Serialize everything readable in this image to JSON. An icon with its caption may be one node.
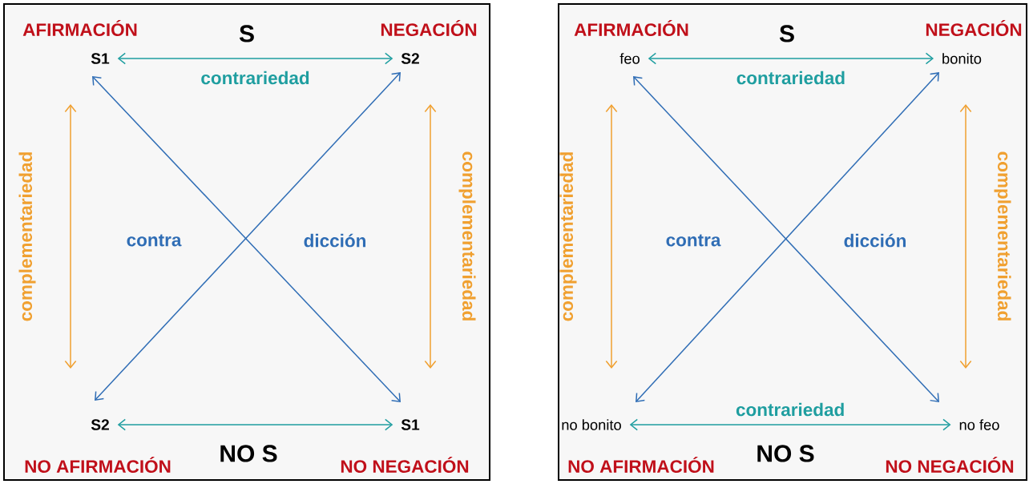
{
  "diagram": {
    "nodes": [
      {
        "text": [],
        "shape": "box"
      },
      {
        "text": [
          "S1"
        ],
        "in": 0
      },
      {
        "text": [
          "S2"
        ],
        "in": 0
      },
      {
        "text": [
          "S2"
        ],
        "in": 0
      },
      {
        "text": [
          "S1"
        ],
        "in": 0
      },
      {
        "text": [],
        "shape": "box"
      },
      {
        "text": [
          "feo"
        ],
        "in": 5
      },
      {
        "text": [
          "bonito"
        ],
        "in": 5
      },
      {
        "text": [
          "no bonito"
        ],
        "in": 5
      },
      {
        "text": [
          "no feo"
        ],
        "in": 5
      }
    ],
    "edges": [
      {
        "from": 1,
        "to": 2,
        "arrow": "both",
        "label": "contrariedad",
        "color": "#1f9ea0"
      },
      {
        "from": 1,
        "to": 4,
        "arrow": "both",
        "color": "#2f6db5"
      },
      {
        "from": 2,
        "to": 3,
        "arrow": "both",
        "color": "#2f6db5"
      },
      {
        "from": 1,
        "to": 3,
        "arrow": "both",
        "label": "complementariedad",
        "color": "#f0a030"
      },
      {
        "from": 2,
        "to": 4,
        "arrow": "both",
        "label": "complementariedad",
        "color": "#f0a030"
      },
      {
        "from": 3,
        "to": 4,
        "arrow": "both",
        "color": "#1f9ea0"
      },
      {
        "from": 6,
        "to": 7,
        "arrow": "both",
        "label": "contrariedad",
        "color": "#1f9ea0"
      },
      {
        "from": 6,
        "to": 9,
        "arrow": "both",
        "color": "#2f6db5"
      },
      {
        "from": 7,
        "to": 8,
        "arrow": "both",
        "color": "#2f6db5"
      },
      {
        "from": 6,
        "to": 8,
        "arrow": "both",
        "label": "complementariedad",
        "color": "#f0a030"
      },
      {
        "from": 7,
        "to": 9,
        "arrow": "both",
        "label": "complementariedad",
        "color": "#f0a030"
      },
      {
        "from": 8,
        "to": 9,
        "arrow": "both",
        "label": "contrariedad",
        "color": "#1f9ea0"
      }
    ],
    "labels": [
      "AFIRMACIÓN",
      "S",
      "NEGACIÓN",
      "contra",
      "dicción",
      "NO S",
      "NO AFIRMACIÓN",
      "NO NEGACIÓN",
      "AFIRMACIÓN",
      "S",
      "NEGACIÓN",
      "contra",
      "dicción",
      "NO S",
      "NO AFIRMACIÓN",
      "NO NEGACIÓN"
    ]
  }
}
